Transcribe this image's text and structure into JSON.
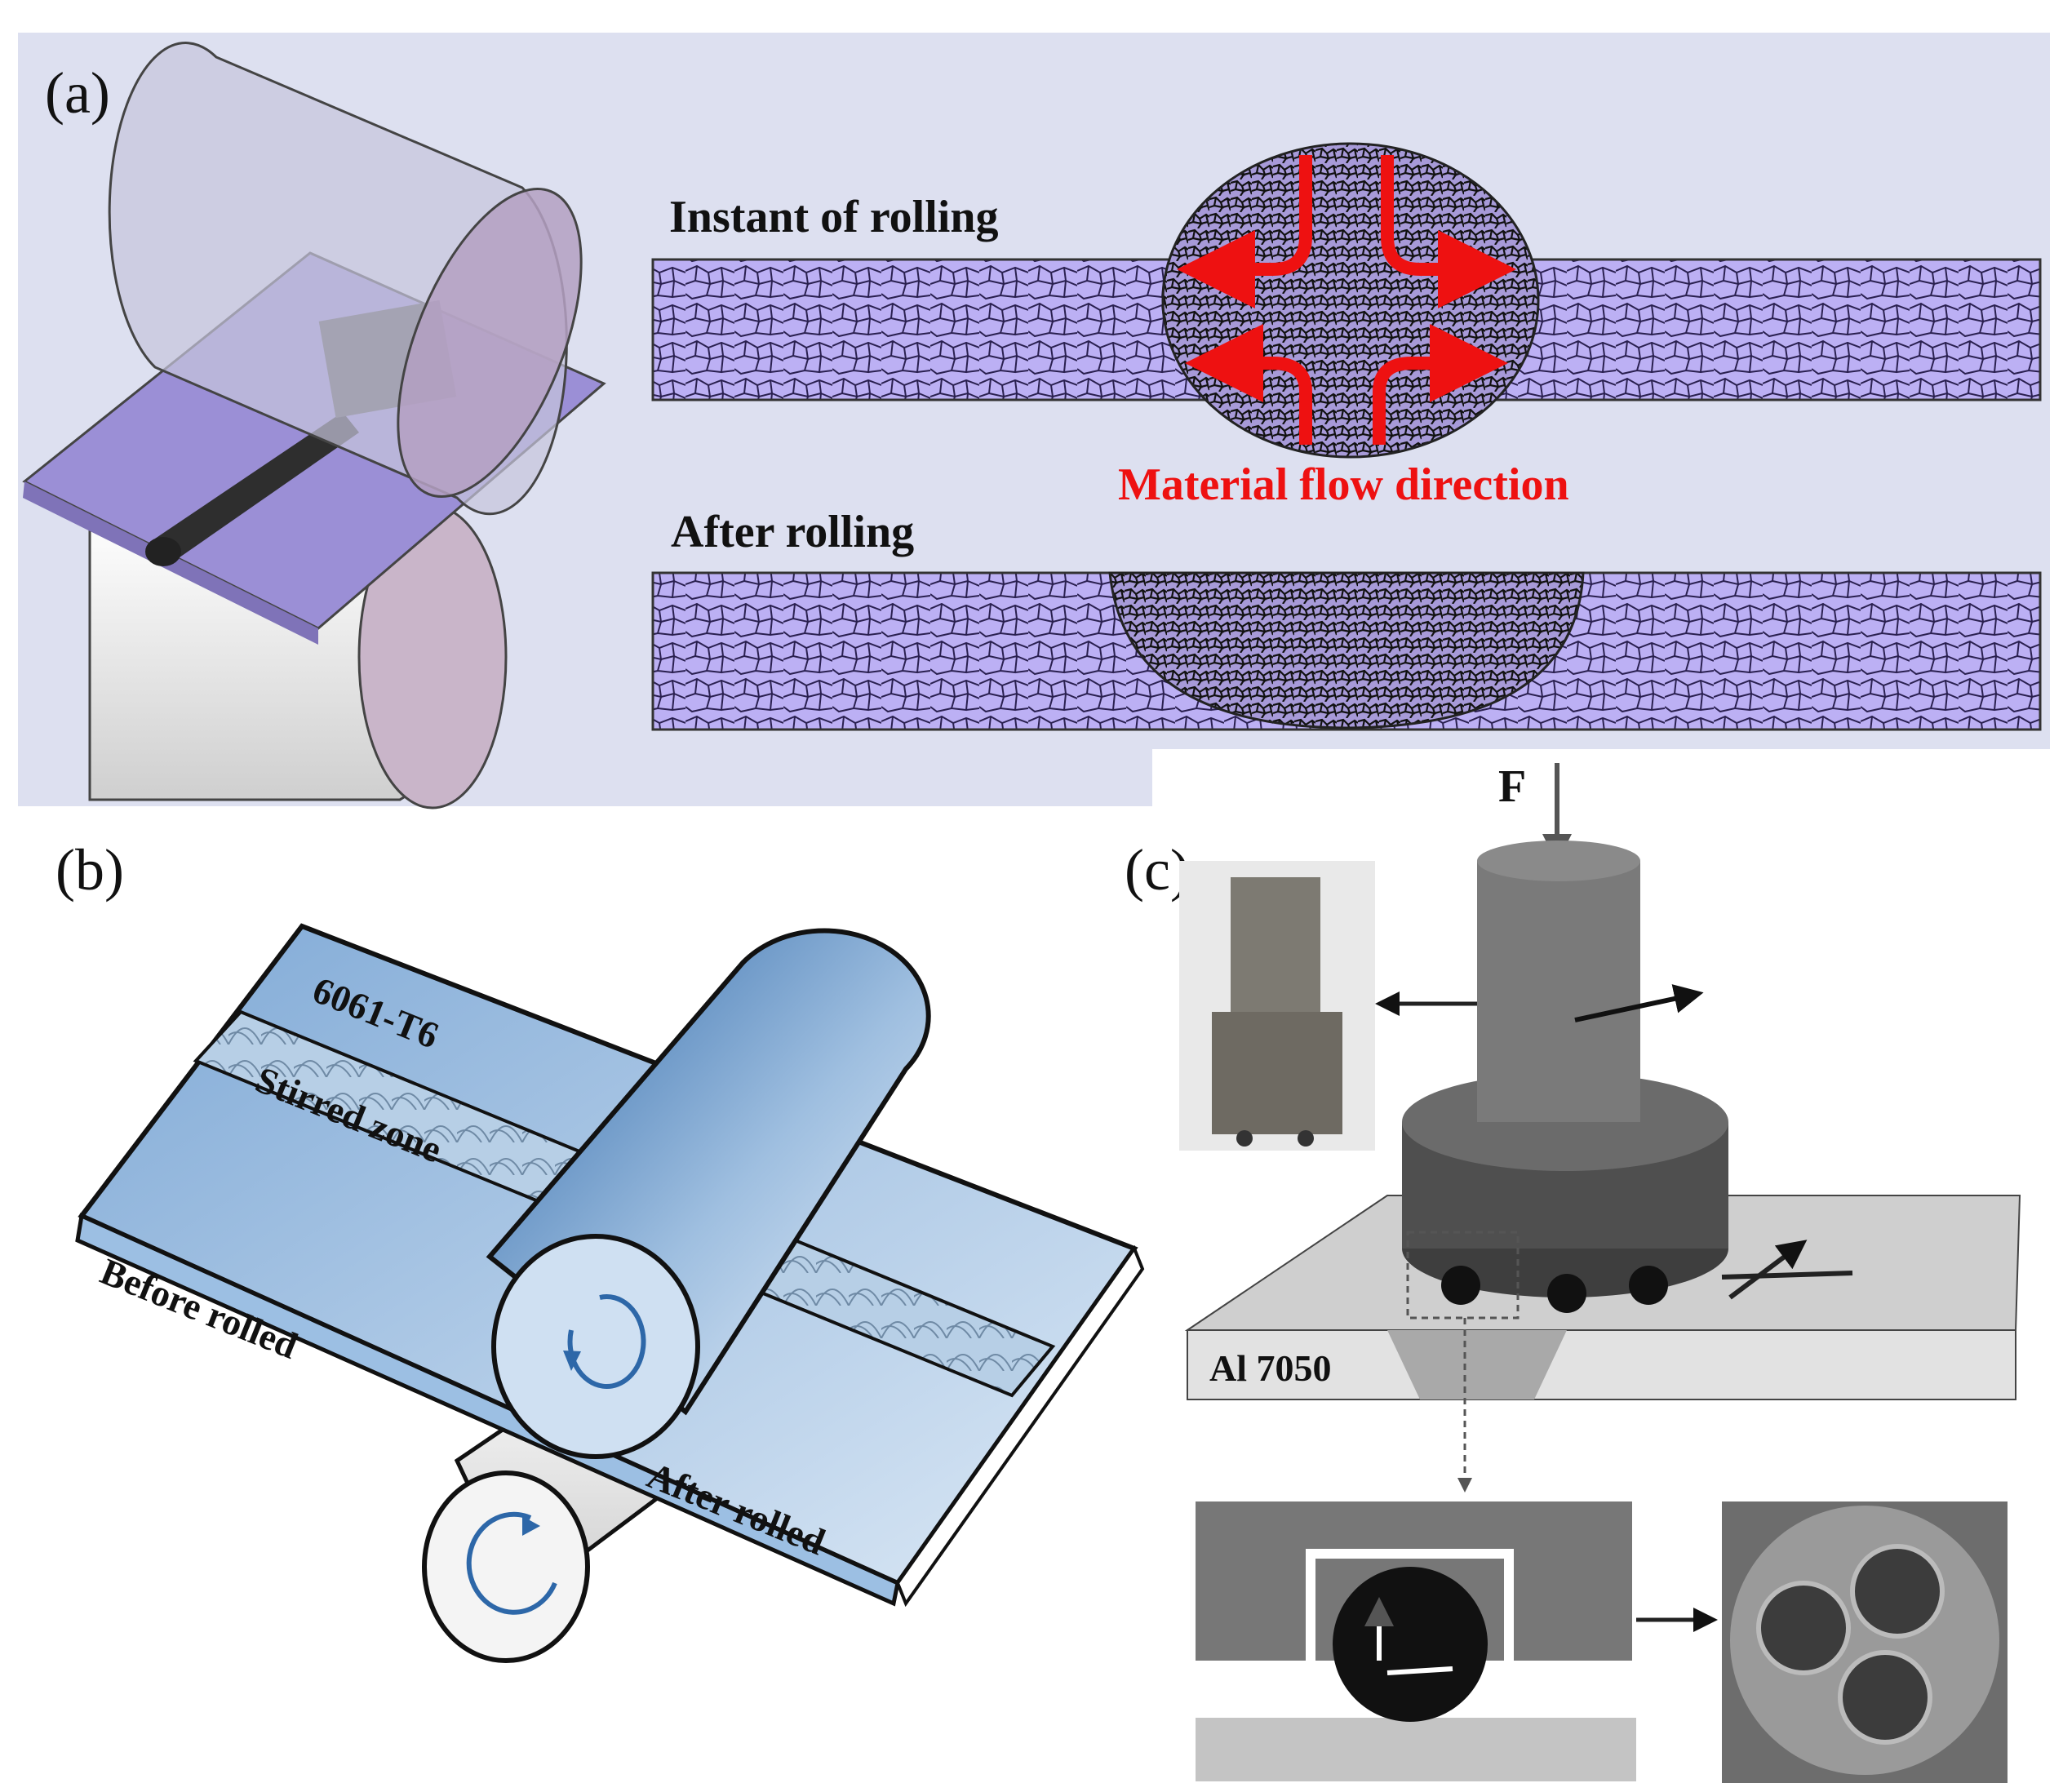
{
  "panels": {
    "a": {
      "label": "(a)",
      "instant_label": "Instant of rolling",
      "after_label": "After rolling",
      "flow_label": "Material flow direction",
      "flow_color": "#ee1111",
      "plate_color": "#b9acf2"
    },
    "b": {
      "label": "(b)",
      "alloy_label": "6061-T6",
      "stirred_label": "Stirred zone",
      "before_label": "Before rolled",
      "after_label": "After rolled",
      "plate_color": "#a9cbeb"
    },
    "c": {
      "label": "(c)",
      "force_label": "F",
      "material_label": "Al 7050",
      "tool_color": "#7a7a7a"
    }
  }
}
